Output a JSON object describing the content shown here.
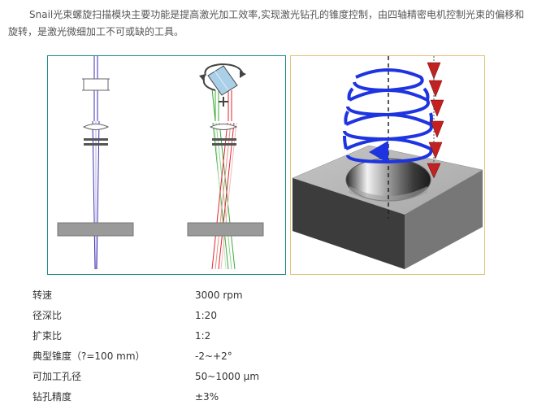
{
  "intro_text": "Snail光束螺旋扫描模块主要功能是提高激光加工效率,实现激光钻孔的锥度控制，由四轴精密电机控制光束的偏移和旋转，是激光微细加工不可或缺的工具。",
  "specs": [
    {
      "label": "转速",
      "value": "3000 rpm"
    },
    {
      "label": "径深比",
      "value": "1:20"
    },
    {
      "label": "扩束比",
      "value": "1:2"
    },
    {
      "label": "典型锥度（?=100 mm）",
      "value": "-2~+2°"
    },
    {
      "label": "可加工孔径",
      "value": "50~1000 µm"
    },
    {
      "label": "钻孔精度",
      "value": "±3%"
    }
  ],
  "colors": {
    "left_frame": "#1c8c8c",
    "right_frame": "#e3c27a",
    "beam_blue": "#3a2fb0",
    "beam_red": "#e0262b",
    "beam_green": "#3aa83a",
    "spiral_blue": "#1e34e0",
    "block_top": "#b9b9b9",
    "block_front": "#3c3c3c",
    "block_side": "#7a7a7a"
  },
  "icons": [
    "rotation-arrow-icon",
    "wedge-prism-icon"
  ]
}
